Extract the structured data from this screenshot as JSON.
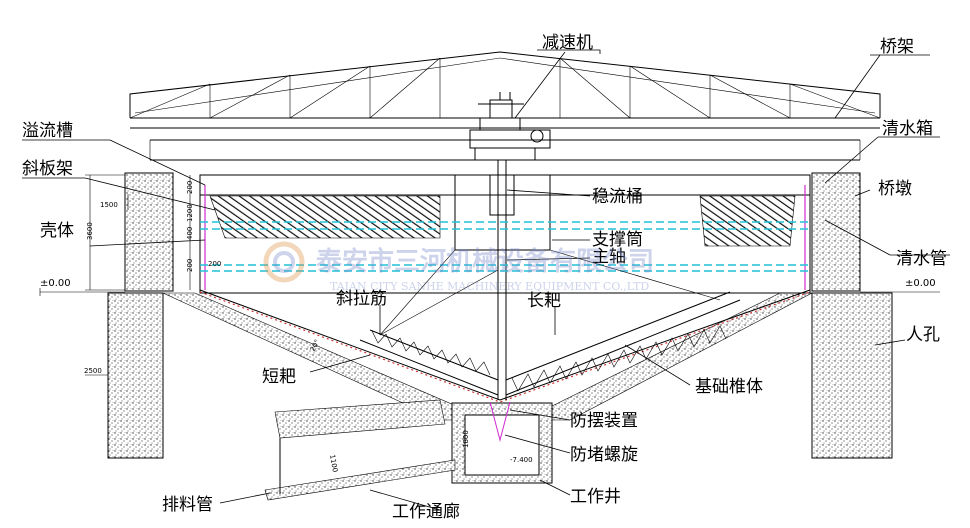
{
  "labels": {
    "reducer": "减速机",
    "bridge": "桥架",
    "overflow_trough": "溢流槽",
    "clear_water_box": "清水箱",
    "inclined_plate_frame": "斜板架",
    "stilling_drum": "稳流桶",
    "bridge_pier": "桥墩",
    "shell": "壳体",
    "support_drum": "支撑筒",
    "main_shaft": "主轴",
    "clear_water_pipe": "清水管",
    "tie_bar": "斜拉筋",
    "long_rake": "长耙",
    "manhole": "人孔",
    "short_rake": "短耙",
    "foundation_cone": "基础椎体",
    "anti_swing": "防摆装置",
    "anti_block_screw": "防堵螺旋",
    "discharge_pipe": "排料管",
    "work_well": "工作井",
    "work_corridor": "工作通廊"
  },
  "dimensions": {
    "left_1500": "1500",
    "left_3600": "3600",
    "left_2500": "2500",
    "seg_200a": "200",
    "seg_1200": "1200",
    "seg_400": "400",
    "seg_200b": "200",
    "seg_200c": "200",
    "level_left": "±0.00",
    "level_right": "±0.00",
    "slope": "20°",
    "well_1800": "1800",
    "well_7400": "-7.400",
    "corridor_1100": "1100"
  },
  "watermark": {
    "cn": "泰安市三河机械设备有限公司",
    "en": "TAIAN CITY SANHE MACHINERY EQUIPMENT CO.,LTD"
  },
  "colors": {
    "line": "#000000",
    "cyan_dash": "#22c1d6",
    "magenta": "#d12ad1",
    "red_dot": "#cc3333",
    "watermark": "#6f84c8"
  }
}
